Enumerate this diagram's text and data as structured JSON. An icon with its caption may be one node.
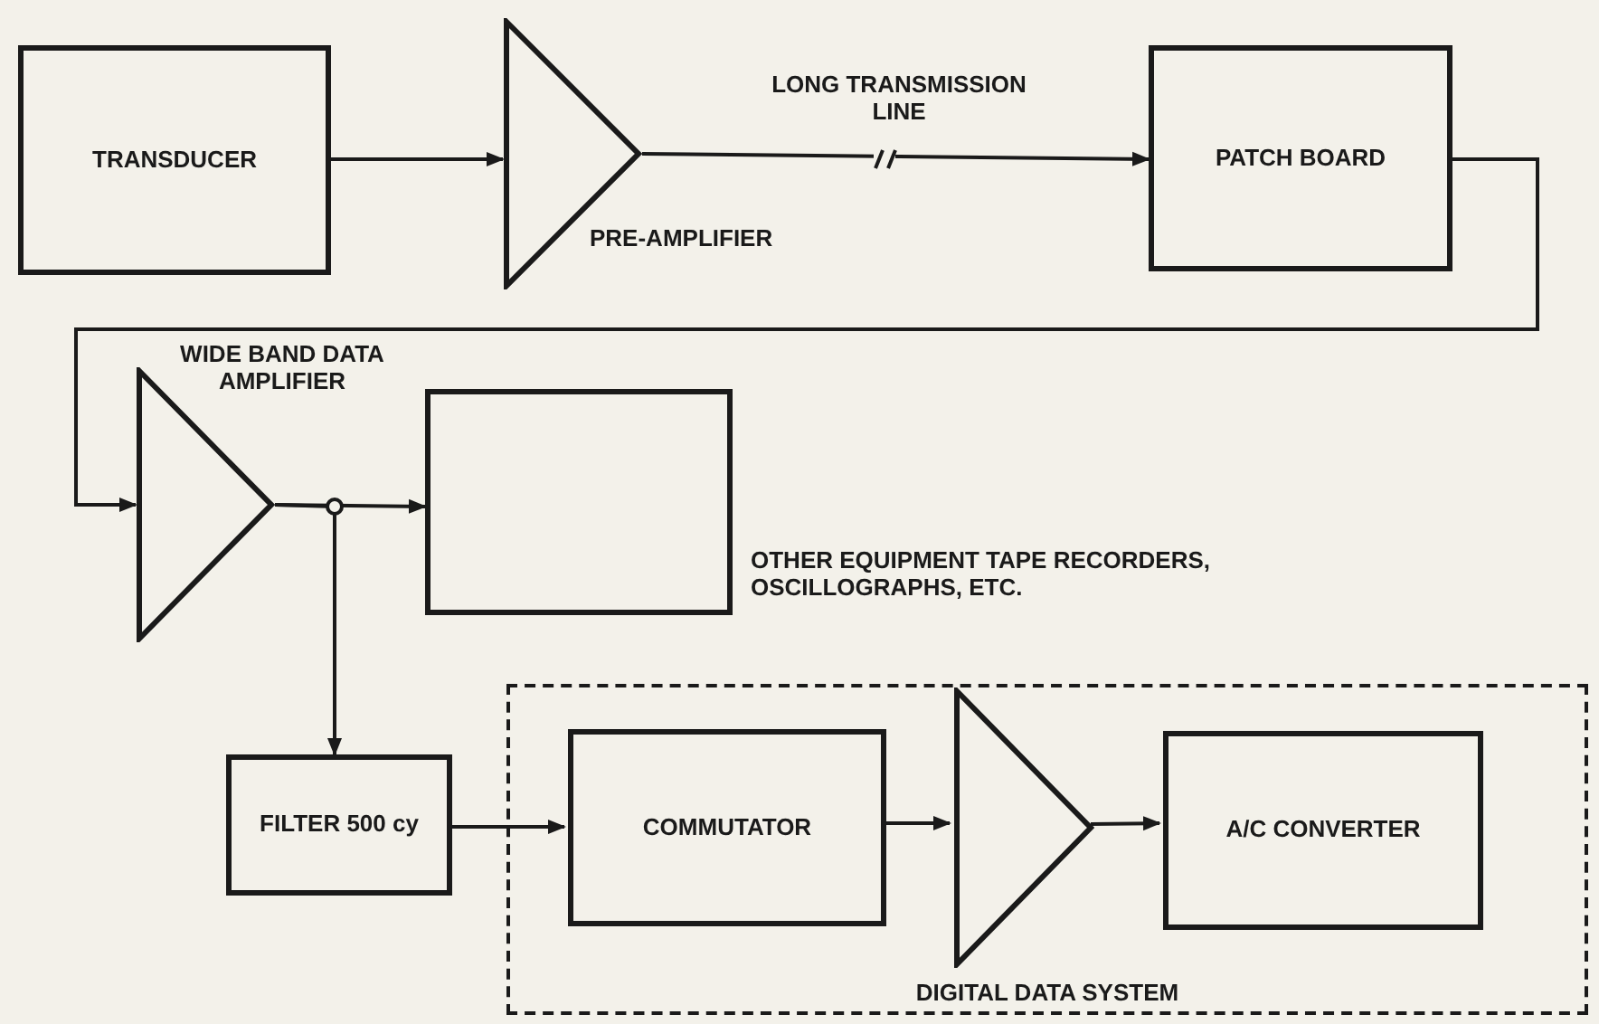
{
  "diagram": {
    "nodes": [
      {
        "text": [
          "TRANSDUCER"
        ]
      },
      {
        "text": [],
        "shape": "triangle",
        "beside": [
          "PRE-AMPLIFIER"
        ]
      },
      {
        "text": [
          "PATCH BOARD"
        ]
      },
      {
        "text": [],
        "shape": "triangle",
        "beside": [
          "WIDE BAND DATA AMPLIFIER"
        ]
      },
      {
        "text": [],
        "shape": "box",
        "beside": [
          "OTHER EQUIPMENT TAPE RECORDERS, OSCILLOGRAPHS, ETC."
        ]
      },
      {
        "text": [
          "DIGITAL DATA SYSTEM"
        ]
      },
      {
        "text": [
          "FILTER 500 cy"
        ]
      },
      {
        "text": [
          "COMMUTATOR"
        ],
        "in": 5
      },
      {
        "text": [],
        "shape": "triangle",
        "in": 5
      },
      {
        "text": [
          "A/C CONVERTER"
        ],
        "in": 5
      }
    ],
    "edges": [
      {
        "from": 0,
        "to": 1,
        "arrow": "to"
      },
      {
        "from": 1,
        "to": 2,
        "arrow": "to",
        "label": "LONG TRANSMISSION LINE"
      },
      {
        "from": 2,
        "to": 3,
        "arrow": "to"
      },
      {
        "from": 3,
        "to": 4,
        "arrow": "to"
      },
      {
        "from": 3,
        "to": 6,
        "arrow": "to"
      },
      {
        "from": 6,
        "to": 7,
        "arrow": "to"
      },
      {
        "from": 7,
        "to": 8,
        "arrow": "to"
      },
      {
        "from": 8,
        "to": 9,
        "arrow": "to"
      }
    ]
  }
}
